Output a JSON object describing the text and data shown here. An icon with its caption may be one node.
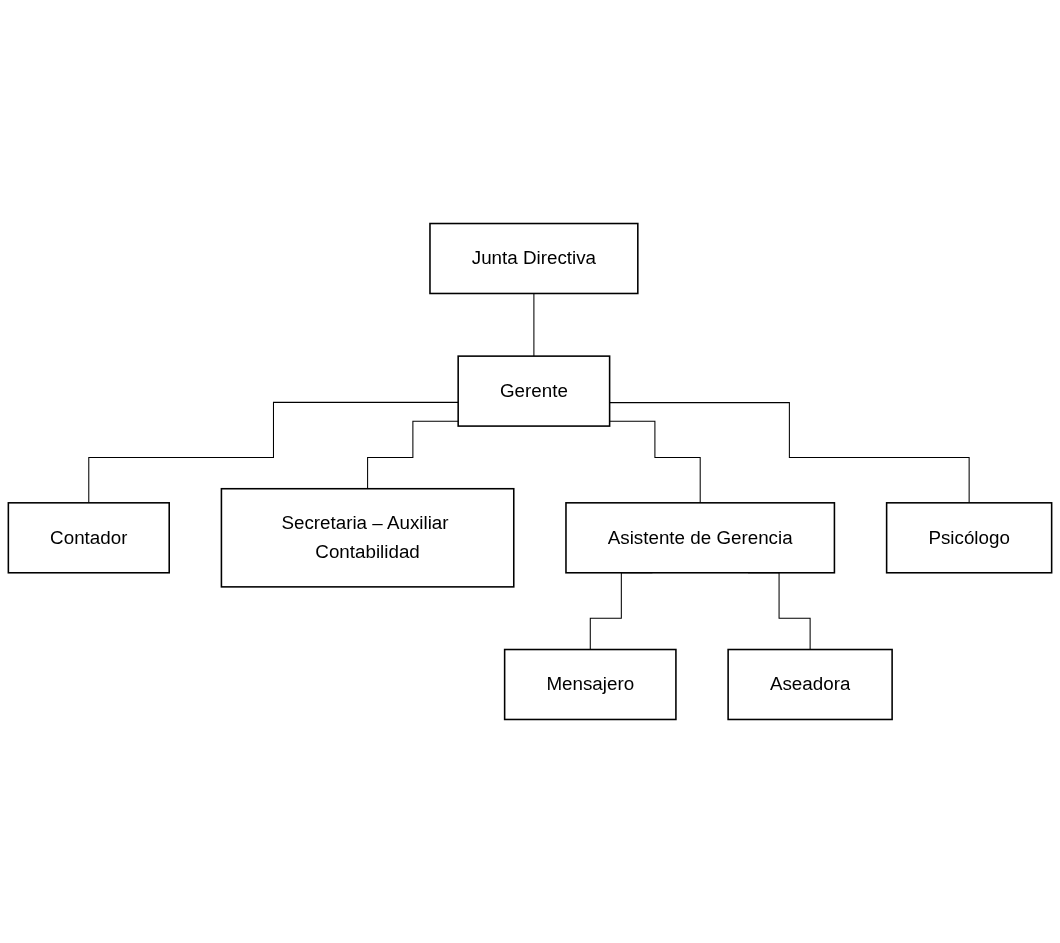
{
  "diagram": {
    "nodes": [
      {
        "text": [
          "Junta Directiva"
        ]
      },
      {
        "text": [
          "Gerente"
        ]
      },
      {
        "text": [
          "Contador"
        ]
      },
      {
        "text": [
          "Secretaria – Auxiliar Contabilidad"
        ]
      },
      {
        "text": [
          "Asistente de Gerencia"
        ]
      },
      {
        "text": [
          "Psicólogo"
        ]
      },
      {
        "text": [
          "Mensajero"
        ]
      },
      {
        "text": [
          "Aseadora"
        ]
      }
    ],
    "edges": [
      {
        "from": 0,
        "to": 1,
        "arrow": "none"
      },
      {
        "from": 1,
        "to": 2,
        "arrow": "none"
      },
      {
        "from": 1,
        "to": 3,
        "arrow": "none"
      },
      {
        "from": 1,
        "to": 4,
        "arrow": "none"
      },
      {
        "from": 1,
        "to": 5,
        "arrow": "none"
      },
      {
        "from": 4,
        "to": 6,
        "arrow": "none"
      },
      {
        "from": 4,
        "to": 7,
        "arrow": "none"
      }
    ]
  }
}
